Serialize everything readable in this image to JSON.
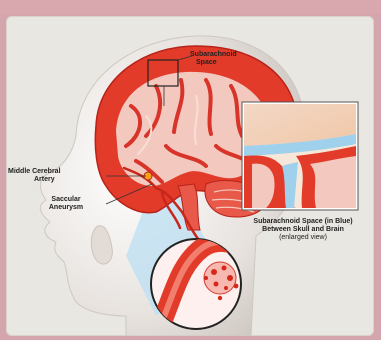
{
  "labels": {
    "subarachnoid_space": [
      "Subarachnoid",
      "Space"
    ],
    "middle_cerebral_artery": [
      "Middle Cerebral",
      "Artery"
    ],
    "saccular_aneurysm": [
      "Saccular",
      "Aneurysm"
    ],
    "enlarged_view_caption": [
      "Subarachnoid Space (in Blue)",
      "Between Skull and Brain",
      "(enlarged view)"
    ]
  },
  "colors": {
    "background_band": "#d9a7ae",
    "panel": "#e9e7e1",
    "brain_red": "#e23b2a",
    "brain_pink": "#f3c9bf",
    "subarachnoid_blue": "#9fd0ec",
    "skin": "#f2eeea"
  }
}
